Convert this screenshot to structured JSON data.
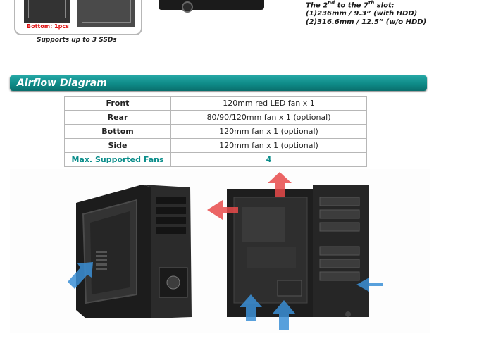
{
  "top": {
    "bottom_badge": "Bottom: 1pcs",
    "supports_text": "Supports up to 3 SSDs",
    "slot_title_pre": "The 2",
    "slot_title_sup1": "nd",
    "slot_title_mid": " to the 7",
    "slot_title_sup2": "th",
    "slot_title_post": " slot:",
    "slot_line1": "(1)236mm / 9.3” (with HDD)",
    "slot_line2": "(2)316.6mm / 12.5” (w/o HDD)"
  },
  "section": {
    "title": "Airflow Diagram"
  },
  "table": {
    "rows": [
      {
        "label": "Front",
        "value": "120mm red LED fan x 1"
      },
      {
        "label": "Rear",
        "value": "80/90/120mm fan x 1 (optional)"
      },
      {
        "label": "Bottom",
        "value": "120mm fan x 1 (optional)"
      },
      {
        "label": "Side",
        "value": "120mm fan x 1 (optional)"
      },
      {
        "label": "Max. Supported Fans",
        "value": "4"
      }
    ]
  },
  "colors": {
    "accent": "#0e8a87",
    "intake_arrow": "#3b8fd6",
    "exhaust_arrow": "#e84a4a"
  },
  "icons": [
    "intake-arrow-icon",
    "exhaust-arrow-icon"
  ]
}
